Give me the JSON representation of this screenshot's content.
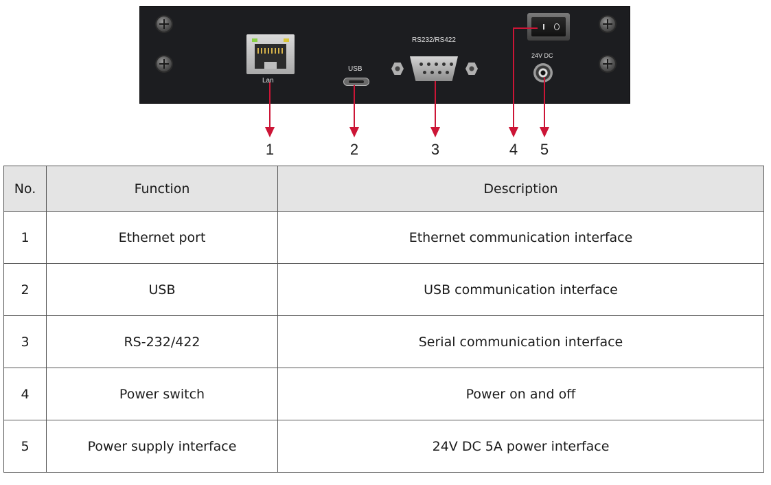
{
  "panel": {
    "labels": {
      "lan": "Lan",
      "usb": "USB",
      "serial": "RS232/RS422",
      "dc": "24V DC"
    }
  },
  "callouts": [
    "1",
    "2",
    "3",
    "4",
    "5"
  ],
  "table": {
    "headers": [
      "No.",
      "Function",
      "Description"
    ],
    "rows": [
      {
        "no": "1",
        "function": "Ethernet port",
        "description": "Ethernet communication interface"
      },
      {
        "no": "2",
        "function": "USB",
        "description": "USB communication interface"
      },
      {
        "no": "3",
        "function": "RS-232/422",
        "description": "Serial communication interface"
      },
      {
        "no": "4",
        "function": "Power switch",
        "description": "Power on and off"
      },
      {
        "no": "5",
        "function": "Power supply interface",
        "description": "24V DC 5A power interface"
      }
    ]
  },
  "colors": {
    "arrow": "#cc1536",
    "panel": "#1c1d20",
    "header_bg": "#e4e4e4"
  }
}
